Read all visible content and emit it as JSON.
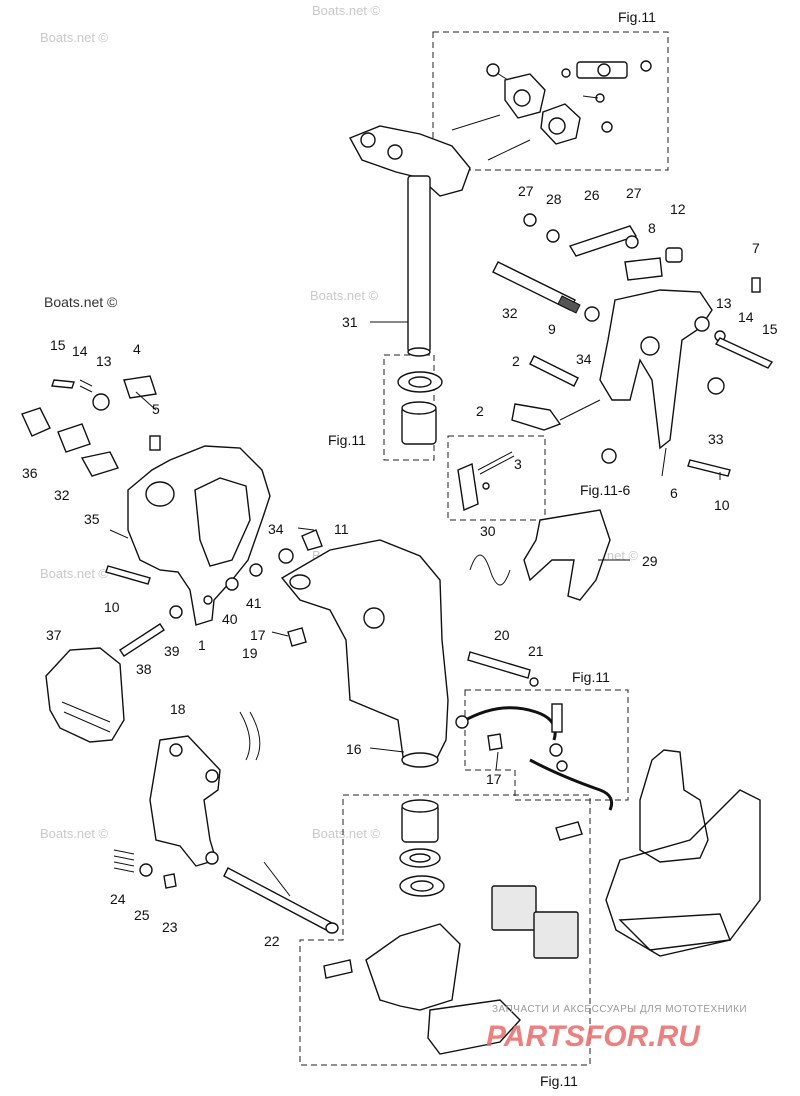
{
  "watermarks": [
    "Boats.net ©",
    "Boats.net ©",
    "Boats.net ©",
    "Boats.net ©",
    "Boats.net ©",
    "Boats.net ©",
    "Boats.net ©",
    "Boats.net ©"
  ],
  "brand": {
    "tagline": "ЗАПЧАСТИ И АКСЕССУАРЫ ДЛЯ МОТОТЕХНИКИ",
    "logo_text": "PARTSFOR.RU"
  },
  "figure_refs": {
    "top_right": "Fig.11",
    "mid_left": "Fig.11",
    "mid_right": "Fig.11-6",
    "hose_group": "Fig.11",
    "bottom": "Fig.11"
  },
  "callouts": {
    "c1": "1",
    "c2a": "2",
    "c2b": "2",
    "c3": "3",
    "c4": "4",
    "c5": "5",
    "c6": "6",
    "c7": "7",
    "c8": "8",
    "c9": "9",
    "c10a": "10",
    "c10b": "10",
    "c11": "11",
    "c12": "12",
    "c13a": "13",
    "c13b": "13",
    "c14a": "14",
    "c14b": "14",
    "c15a": "15",
    "c15b": "15",
    "c16": "16",
    "c17a": "17",
    "c17b": "17",
    "c18": "18",
    "c19": "19",
    "c20": "20",
    "c21": "21",
    "c22": "22",
    "c23": "23",
    "c24": "24",
    "c25": "25",
    "c26": "26",
    "c27a": "27",
    "c27b": "27",
    "c28": "28",
    "c29": "29",
    "c30": "30",
    "c31": "31",
    "c32a": "32",
    "c32b": "32",
    "c33": "33",
    "c34a": "34",
    "c34b": "34",
    "c35": "35",
    "c36": "36",
    "c37": "37",
    "c38": "38",
    "c39": "39",
    "c40": "40",
    "c41": "41"
  }
}
